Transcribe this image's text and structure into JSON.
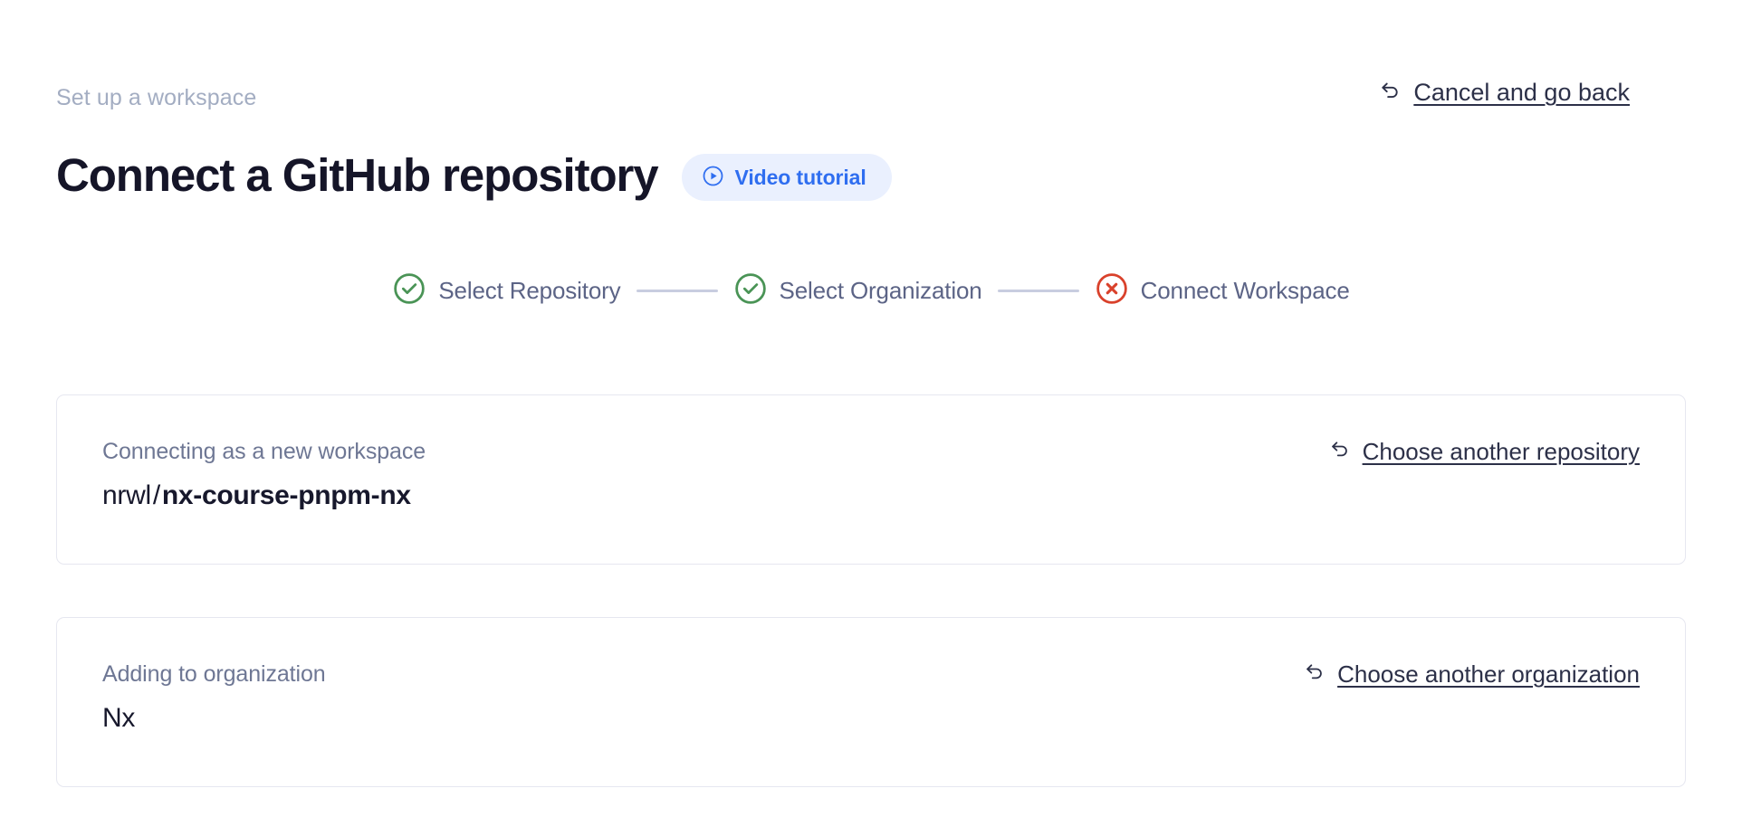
{
  "header": {
    "eyebrow": "Set up a workspace",
    "title": "Connect a GitHub repository",
    "video_badge_label": "Video tutorial",
    "video_badge_icon": "play-circle-icon",
    "cancel_label": "Cancel and go back",
    "cancel_icon": "undo-arrow-icon"
  },
  "stepper": {
    "steps": [
      {
        "label": "Select Repository",
        "state": "complete",
        "icon": "check-circle-icon"
      },
      {
        "label": "Select Organization",
        "state": "complete",
        "icon": "check-circle-icon"
      },
      {
        "label": "Connect Workspace",
        "state": "error",
        "icon": "x-circle-icon"
      }
    ]
  },
  "cards": [
    {
      "caption": "Connecting as a new workspace",
      "owner": "nrwl",
      "separator": "/",
      "name": "nx-course-pnpm-nx",
      "link_label": "Choose another repository",
      "link_icon": "undo-arrow-icon"
    },
    {
      "caption": "Adding to organization",
      "name": "Nx",
      "link_label": "Choose another organization",
      "link_icon": "undo-arrow-icon"
    }
  ],
  "colors": {
    "accent_blue": "#2f6ef0",
    "badge_bg": "#eaf0fe",
    "step_complete": "#4a9456",
    "step_error": "#d9412b",
    "connector": "#c8cde0",
    "card_border": "#e6e7f0",
    "text_dark": "#151528",
    "text_muted": "#6e7794",
    "text_eyebrow": "#a3adc2"
  }
}
